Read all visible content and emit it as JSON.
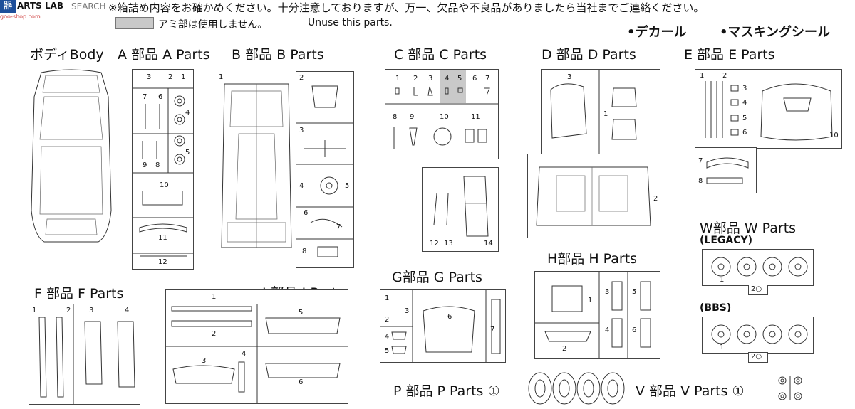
{
  "header": {
    "logo_cjk": "器",
    "logo_text": "ARTS LAB",
    "watermark": "SEARCH",
    "site": "goo-shop.com",
    "notice": "※箱詰め内容をお確かめください。十分注意しておりますが、万一、欠品や不良品がありましたら当社までご連絡ください。",
    "unuse_jp": "アミ部は使用しません。",
    "unuse_en": "Unuse this parts.",
    "decal": "•デカール",
    "masking": "•マスキングシール"
  },
  "sections": {
    "body": "ボディBody",
    "a": "A 部品  A  Parts",
    "b": "B 部品   B  Parts",
    "c": "C 部品   C  Parts",
    "d": "D 部品   D  Parts",
    "e": "E 部品   E  Parts",
    "w": "W部品    W Parts",
    "legacy": "(LEGACY)",
    "bbs": "(BBS)",
    "f": "F 部品   F  Parts",
    "j": "J 部品   J  Parts",
    "g": "G部品   G  Parts",
    "h": "H部品   H  Parts",
    "p": "P 部品   P  Parts ①",
    "v": "V 部品   V  Parts   ①"
  },
  "numbers": {
    "a": [
      "3",
      "2",
      "1",
      "7",
      "6",
      "4",
      "5",
      "9",
      "8",
      "10",
      "11",
      "12"
    ],
    "b": [
      "1",
      "2",
      "3",
      "4",
      "5",
      "6",
      "7",
      "8"
    ],
    "c": [
      "1",
      "2",
      "3",
      "4",
      "5",
      "6",
      "7",
      "8",
      "9",
      "10",
      "11",
      "12",
      "13",
      "14"
    ],
    "d": [
      "3",
      "1",
      "2"
    ],
    "e": [
      "1",
      "2",
      "3",
      "4",
      "5",
      "6",
      "10",
      "7",
      "8"
    ],
    "w": [
      "1",
      "2○",
      "1",
      "2○"
    ],
    "f": [
      "1",
      "2",
      "3",
      "4"
    ],
    "j": [
      "1",
      "2",
      "3",
      "4",
      "5",
      "6"
    ],
    "g": [
      "1",
      "2",
      "3",
      "4",
      "5",
      "6",
      "7"
    ],
    "h": [
      "1",
      "2",
      "3",
      "4",
      "5",
      "6"
    ]
  }
}
